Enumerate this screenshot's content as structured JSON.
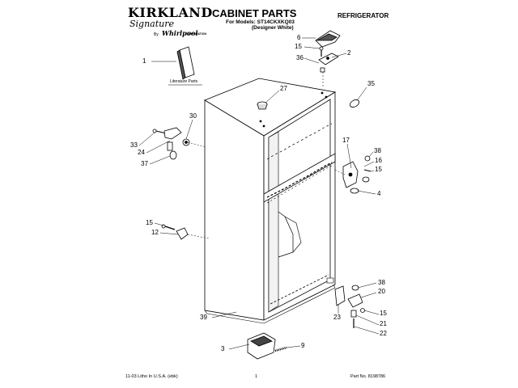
{
  "brand": {
    "name": "KIRKLAND",
    "signature": "Signature",
    "by": "By",
    "maker": "Whirlpool",
    "maker_suffix": "CORPORATION"
  },
  "document": {
    "title": "CABINET PARTS",
    "model_line": "For Models: ST14CKXKQ03",
    "variant": "(Designer White)",
    "appliance": "REFRIGERATOR"
  },
  "literature_label": "Literature Parts",
  "callouts": {
    "c1": "1",
    "c2": "2",
    "c3": "3",
    "c4": "4",
    "c6": "6",
    "c9": "9",
    "c12": "12",
    "c15a": "15",
    "c15b": "15",
    "c15c": "15",
    "c15d": "15",
    "c16": "16",
    "c17": "17",
    "c20": "20",
    "c21": "21",
    "c22": "22",
    "c23": "23",
    "c24": "24",
    "c27": "27",
    "c30": "30",
    "c33": "33",
    "c35": "35",
    "c36": "36",
    "c37": "37",
    "c38a": "38",
    "c38b": "38",
    "c39": "39"
  },
  "footer": {
    "print_info": "11-03 Litho In U.S.A. (ebk)",
    "page_number": "1",
    "part_number": "Part No. 8198786"
  }
}
